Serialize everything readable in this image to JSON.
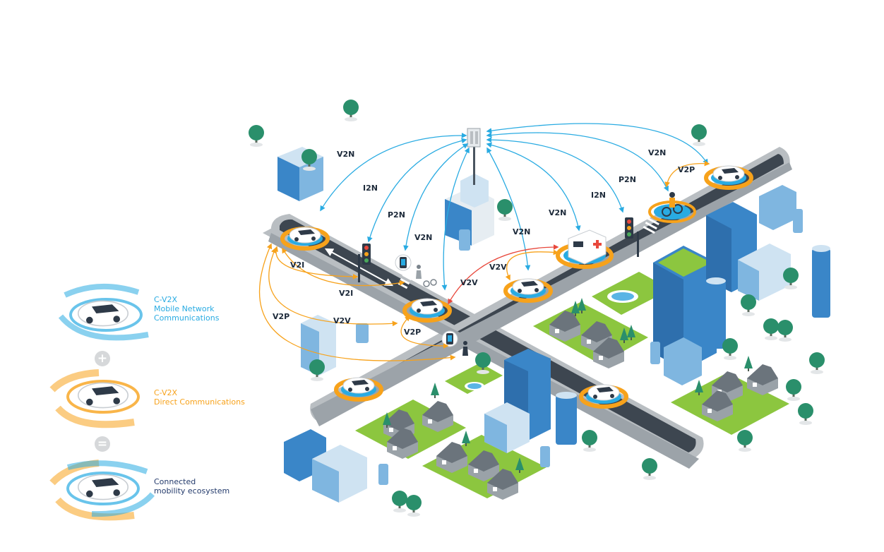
{
  "legend": {
    "network": {
      "text": "C-V2X\nMobile Network\nCommunications",
      "color": "#29abe2"
    },
    "plus": "+",
    "direct": {
      "text": "C-V2X\nDirect Communications",
      "color": "#f7a21b"
    },
    "equals": "=",
    "ecosystem": {
      "text": "Connected\nmobility ecosystem",
      "color": "#233a6b"
    }
  },
  "links": {
    "v2n": "V2N",
    "i2n": "I2N",
    "p2n": "P2N",
    "v2p": "V2P",
    "v2i": "V2I",
    "v2v": "V2V"
  },
  "colors": {
    "network": "#29abe2",
    "direct": "#f7a21b",
    "v2v_link": "#e8483c",
    "road": "#3d4650",
    "road_edge": "#b9bec2",
    "grass": "#8cc63f",
    "building": "#3a86c8",
    "tree": "#2a8f6b"
  },
  "icons": [
    "cell-tower-icon",
    "traffic-light-icon",
    "smartphone-icon",
    "pedestrian-icon",
    "bicycle-icon",
    "ambulance-icon",
    "car-icon",
    "wifi-icon"
  ]
}
